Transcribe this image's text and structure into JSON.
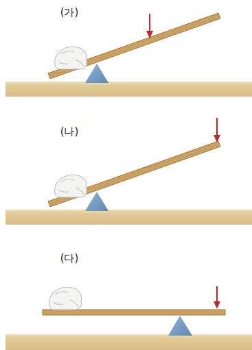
{
  "diagram": {
    "labels": [
      "(가)",
      "(나)",
      "(다)"
    ]
  }
}
